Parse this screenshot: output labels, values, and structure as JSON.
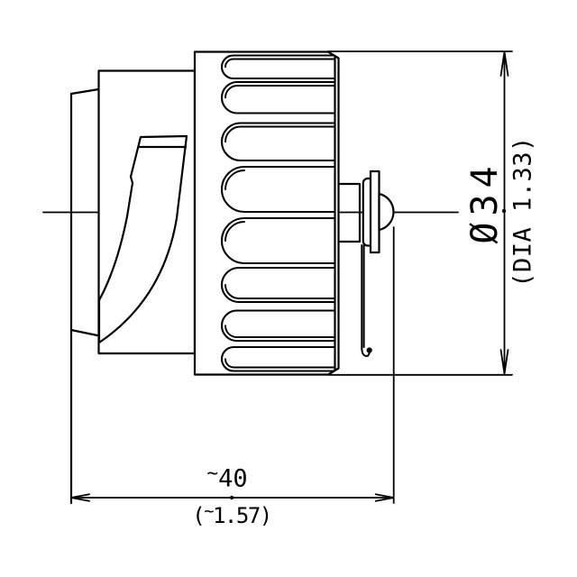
{
  "drawing": {
    "background": "#ffffff",
    "line_color": "#000000",
    "view": "connector-side-view",
    "dimensions": {
      "diameter": {
        "label": "Ø34",
        "alt_label": "(DIA 1.33)"
      },
      "length": {
        "approx": "~",
        "value": "40",
        "alt_open": "(",
        "alt_approx": "~",
        "alt_value": "1.57",
        "alt_close": ")"
      }
    }
  }
}
